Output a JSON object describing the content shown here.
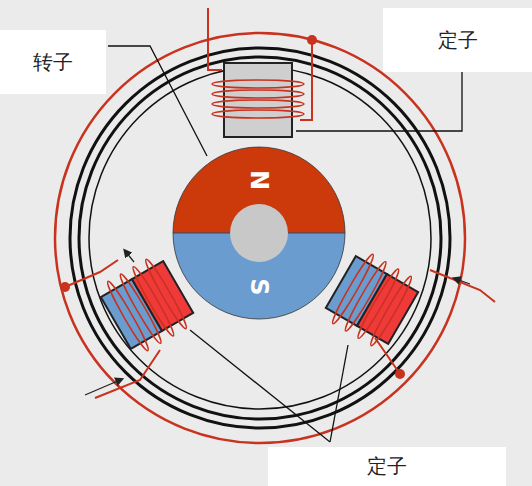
{
  "diagram": {
    "labels": [
      "转子",
      "定子",
      "N",
      "S",
      "定子"
    ]
  }
}
